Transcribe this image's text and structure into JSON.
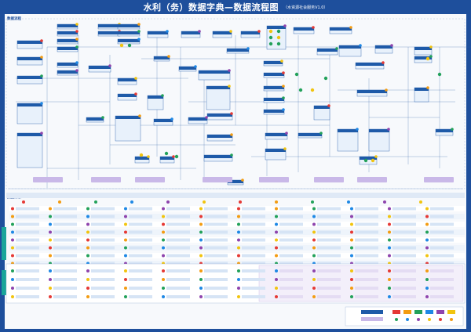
{
  "header": {
    "title": "水利（务）数据字典—数据流程图",
    "subtitle": "（水资源社会服务V1.0）"
  },
  "sections": {
    "flow": "数据流程",
    "catalog": "数据目录"
  },
  "colors": {
    "frame": "#1e4f9c",
    "box_head": "#1e5aa8",
    "box_body": "#e8f1fb",
    "teal": "#19a59a",
    "green": "#22a15a",
    "lavender": "#c9b8e8",
    "line": "#2b5ea7",
    "badge_red": "#e53935",
    "badge_orange": "#f39c12",
    "badge_green": "#22a15a",
    "badge_blue": "#1e88e5",
    "badge_purple": "#8e44ad",
    "badge_yellow": "#f1c40f"
  }
}
